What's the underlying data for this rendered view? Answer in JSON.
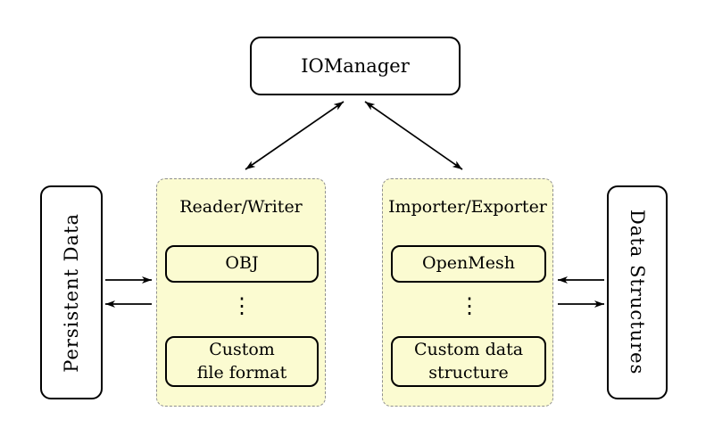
{
  "nodes": {
    "iomanager": "IOManager",
    "persistent_data": "Persistent Data",
    "data_structures": "Data Structures"
  },
  "groups": [
    {
      "title": "Reader/Writer",
      "ellipsis": "⋮",
      "items": [
        {
          "lines": [
            "OBJ"
          ]
        },
        {
          "lines": [
            "Custom",
            "file format"
          ]
        }
      ]
    },
    {
      "title": "Importer/Exporter",
      "ellipsis": "⋮",
      "items": [
        {
          "lines": [
            "OpenMesh"
          ]
        },
        {
          "lines": [
            "Custom data",
            "structure"
          ]
        }
      ]
    }
  ],
  "colors": {
    "group_fill": "#FBFBD1",
    "group_border": "#909090",
    "node_border": "#000000",
    "arrow": "#000000",
    "background": "#FFFFFF"
  }
}
